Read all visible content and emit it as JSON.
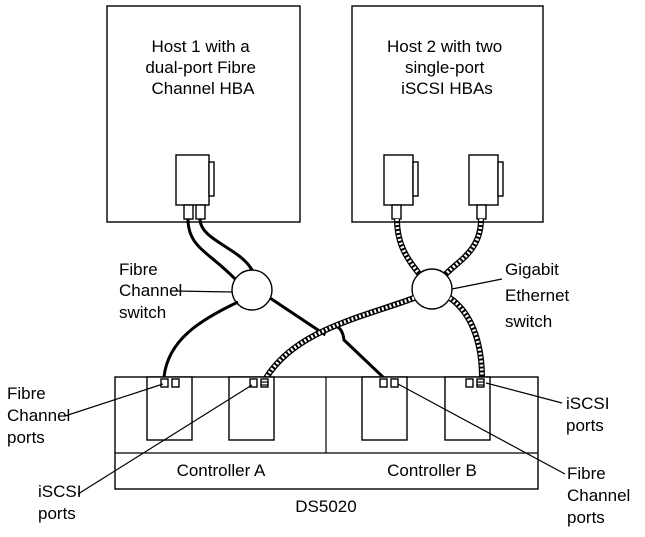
{
  "hosts": {
    "host1": [
      "Host 1 with a",
      "dual-port Fibre",
      "Channel HBA"
    ],
    "host2": [
      "Host 2 with two",
      "single-port",
      "iSCSI HBAs"
    ]
  },
  "switches": {
    "fc_switch": [
      "Fibre",
      "Channel",
      "switch"
    ],
    "eth_switch": [
      "Gigabit",
      "Ethernet",
      "switch"
    ]
  },
  "storage": {
    "controller_a": "Controller A",
    "controller_b": "Controller B",
    "system_name": "DS5020"
  },
  "port_callouts": {
    "fc_ports_left": [
      "Fibre",
      "Channel",
      "ports"
    ],
    "iscsi_ports_left": [
      "iSCSI",
      "ports"
    ],
    "iscsi_ports_right": [
      "iSCSI",
      "ports"
    ],
    "fc_ports_right": [
      "Fibre",
      "Channel",
      "ports"
    ]
  }
}
